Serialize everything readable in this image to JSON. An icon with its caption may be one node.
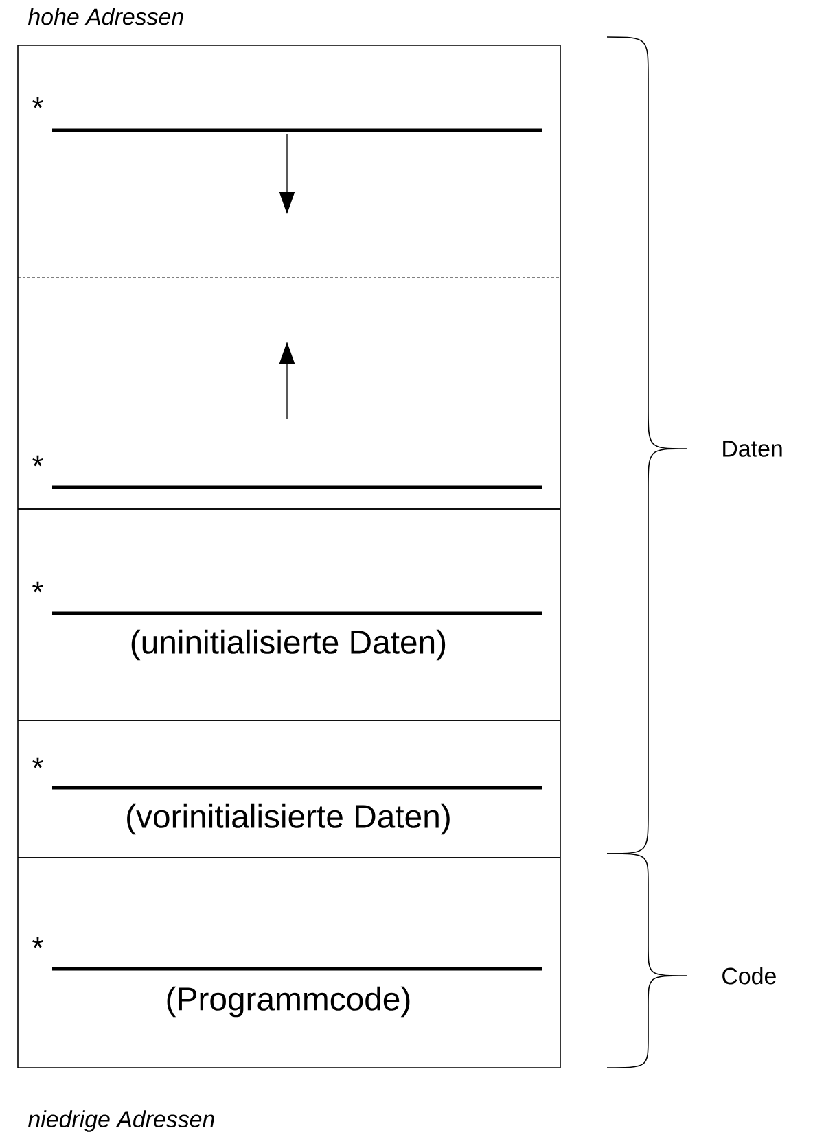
{
  "diagram": {
    "nodes": [
      {
        "text": [
          "*"
        ]
      },
      {
        "text": [
          "*"
        ]
      },
      {
        "text": [
          "*",
          "(uninitialisierte Daten)"
        ]
      },
      {
        "text": [
          "*",
          "(vorinitialisierte Daten)"
        ]
      },
      {
        "text": [
          "*",
          "(Programmcode)"
        ]
      }
    ],
    "labels": [
      "hohe Adressen",
      "Daten",
      "Code",
      "niedrige Adressen"
    ]
  }
}
